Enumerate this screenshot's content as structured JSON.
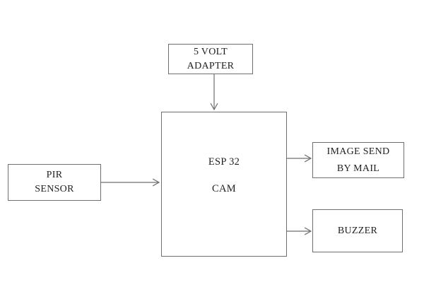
{
  "diagram": {
    "type": "block-diagram",
    "colors": {
      "background": "#ffffff",
      "box_border": "#6f6f6f",
      "connector_line": "#6f6f6f",
      "text": "#1f1f1f"
    },
    "nodes": {
      "adapter": {
        "lines": [
          "5 VOLT",
          "ADAPTER"
        ]
      },
      "esp32cam": {
        "lines": [
          "ESP 32",
          "CAM"
        ]
      },
      "pir": {
        "lines": [
          "PIR",
          "SENSOR"
        ]
      },
      "mail": {
        "lines": [
          "IMAGE SEND",
          "BY MAIL"
        ]
      },
      "buzzer": {
        "lines": [
          "BUZZER"
        ]
      }
    },
    "connections": [
      {
        "from": "5-volt-adapter",
        "to": "esp32-cam",
        "direction": "down"
      },
      {
        "from": "pir-sensor",
        "to": "esp32-cam",
        "direction": "right"
      },
      {
        "from": "esp32-cam",
        "to": "image-send-by-mail",
        "direction": "right"
      },
      {
        "from": "esp32-cam",
        "to": "buzzer",
        "direction": "right"
      }
    ]
  }
}
